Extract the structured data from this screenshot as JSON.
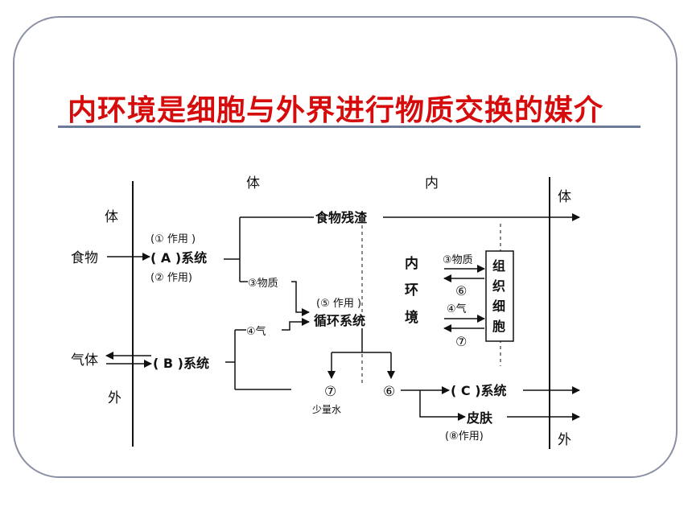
{
  "slide": {
    "title": "内环境是细胞与外界进行物质交换的媒介"
  },
  "diagram": {
    "region_labels": {
      "body_outside_top": "体",
      "body_outside_bottom": "外",
      "body_inside_left": "体",
      "body_inside_right": "内",
      "body_outside_right_top": "体",
      "body_outside_right_bottom": "外"
    },
    "inputs": {
      "food": "食物",
      "gas": "气体"
    },
    "nodes": {
      "system_a_top": "(① 作用 )",
      "system_a": "( A )系统",
      "system_a_bottom": "(② 作用)",
      "system_b": "( B )系统",
      "food_residue": "食物残渣",
      "circulation_top": "(⑤ 作用 )",
      "circulation": "循环系统",
      "substance_3": "③物质",
      "gas_4": "④气",
      "water_7": "⑦",
      "little_water": "少量水",
      "node_6": "⑥",
      "system_c": "( C )系统",
      "skin": "皮肤",
      "skin_role": "(⑧作用)"
    },
    "internal_env": {
      "label_1": "内",
      "label_2": "环",
      "label_3": "境",
      "substance_3": "③物质",
      "node_6": "⑥",
      "gas_4": "④气",
      "node_7": "⑦",
      "cell_1": "组",
      "cell_2": "织",
      "cell_3": "细",
      "cell_4": "胞"
    }
  }
}
